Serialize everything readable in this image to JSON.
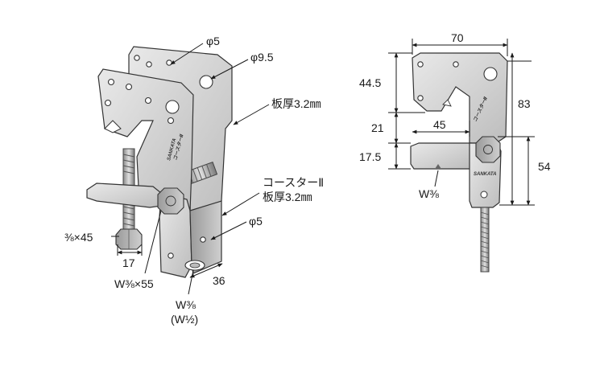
{
  "labels": {
    "hole_small": "φ5",
    "hole_large": "φ9.5",
    "plate_thickness_top": "板厚3.2㎜",
    "product_name": "コースターⅡ",
    "plate_thickness_bottom": "板厚3.2㎜",
    "hole_lower": "φ5",
    "bolt_spec": "⅜×45",
    "dim_17": "17",
    "stud_spec": "W⅜×55",
    "dim_36": "36",
    "thread_a": "W⅜",
    "thread_b": "(W½)"
  },
  "side_view": {
    "width": "70",
    "h_top": "44.5",
    "h_gap": "21",
    "h_jaw": "17.5",
    "depth": "45",
    "total_h": "83",
    "lower_h": "54",
    "thread": "W⅜",
    "brand_top": "コースターⅡ",
    "brand_bottom": "SANKATA"
  },
  "brand": {
    "logo_text": "SANKATA",
    "model_text": "コースターⅡ"
  }
}
